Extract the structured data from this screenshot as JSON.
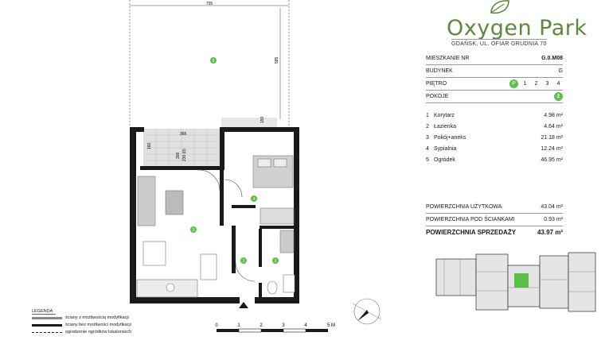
{
  "brand": {
    "name": "Oxygen Park",
    "address": "GDAŃSK, UL. OFIAR GRUDNIA 70",
    "color": "#5a8a3c"
  },
  "apartment": {
    "label_nr": "MIESZKANIE NR",
    "nr": "G.0.M08",
    "label_building": "BUDYNEK",
    "building": "G",
    "label_floor": "PIĘTRO",
    "floors": [
      "P",
      "1",
      "2",
      "3",
      "4"
    ],
    "active_floor": "P",
    "label_rooms": "POKOJE",
    "rooms_count": "2"
  },
  "rooms": [
    {
      "n": "1",
      "name": "Korytarz",
      "area": "4.98 m²"
    },
    {
      "n": "2",
      "name": "Łazienka",
      "area": "4.64 m²"
    },
    {
      "n": "3",
      "name": "Pokój+aneks",
      "area": "21.18 m²"
    },
    {
      "n": "4",
      "name": "Sypialnia",
      "area": "12.24 m²"
    },
    {
      "n": "5",
      "name": "Ogródek",
      "area": "46.95 m²"
    }
  ],
  "summary": {
    "usable_label": "POWIERZCHNIA UŻYTKOWA",
    "usable": "43.04 m²",
    "slope_label": "POWIERZCHNIA POD ŚCIANKAMI",
    "slope": "0.93 m²",
    "sale_label": "POWIERZCHNIA SPRZEDAŻY",
    "sale": "43.97 m²"
  },
  "legend": {
    "title": "LEGENDA",
    "items": [
      "ściany z możliwością modyfikacji",
      "ściany bez możliwości modyfikacji",
      "ogrodzenie ogródków lokatorskich"
    ]
  },
  "plan_labels": {
    "room_numbers": [
      "1",
      "2",
      "3",
      "4",
      "5"
    ],
    "dims": [
      "705",
      "365",
      "160",
      "585",
      "300",
      "230 (0)",
      "150"
    ],
    "scale_ticks": [
      "0",
      "1",
      "2",
      "3",
      "4",
      "5 M"
    ]
  },
  "colors": {
    "accent": "#5bbf4a",
    "wall": "#1a1a1a",
    "terrace": "#cfcfcf"
  }
}
